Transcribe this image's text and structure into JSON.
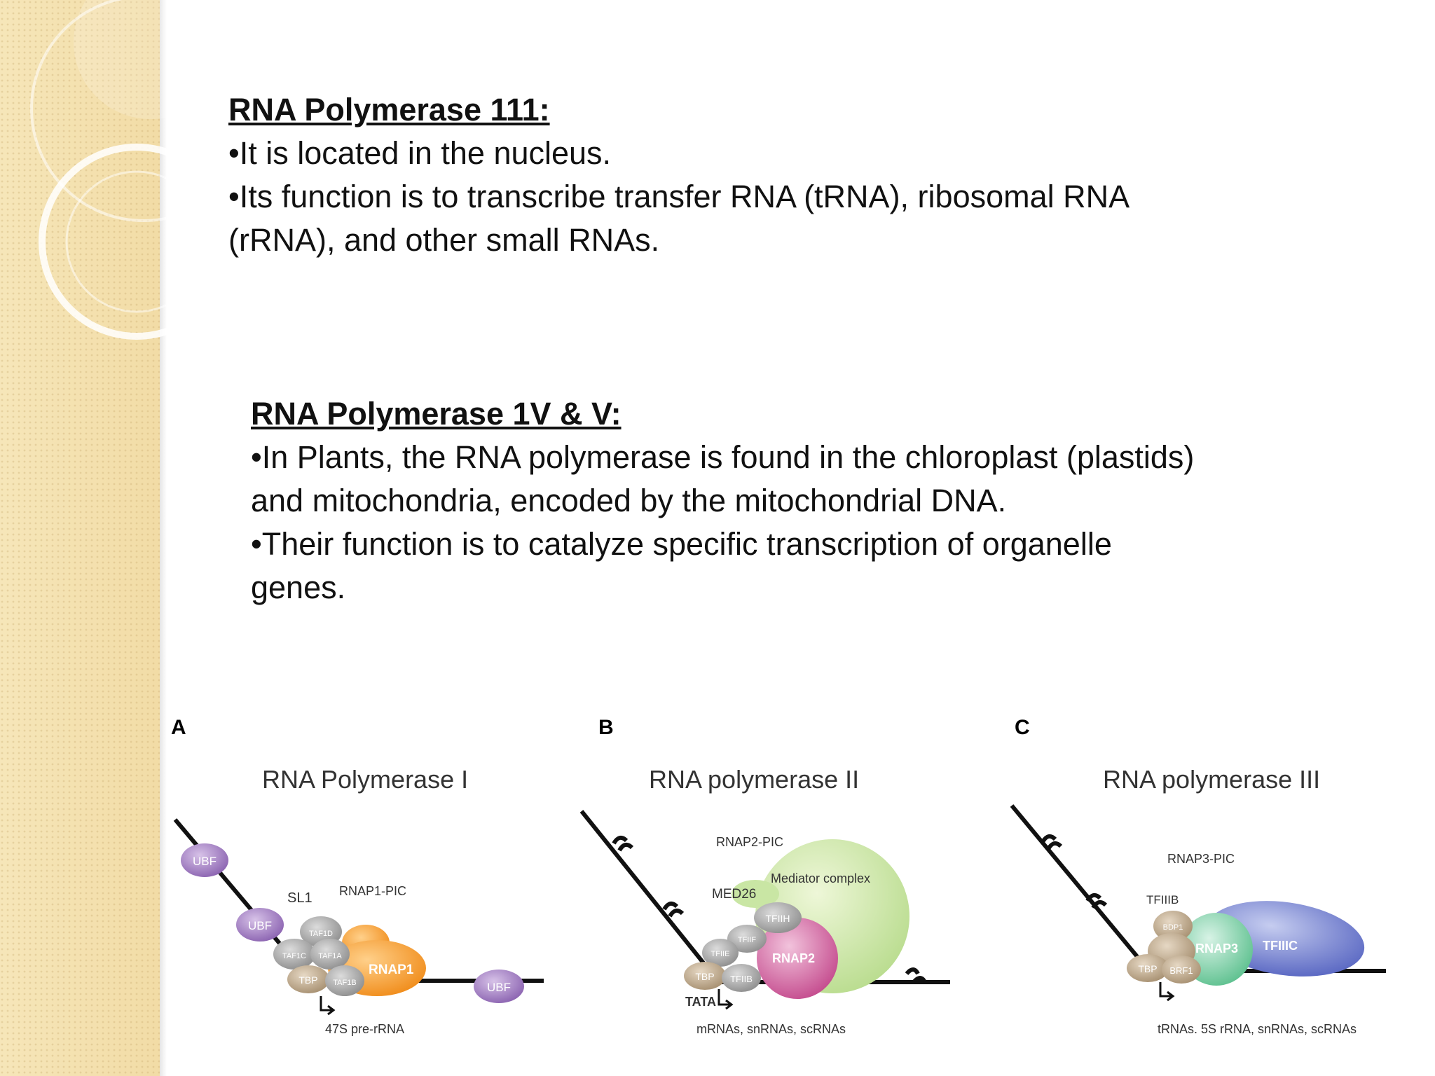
{
  "slide": {
    "section1": {
      "heading": "RNA Polymerase 111:",
      "lines": [
        "•It is located in the nucleus.",
        "•Its function is to transcribe transfer RNA (tRNA), ribosomal RNA",
        "(rRNA), and other small RNAs."
      ]
    },
    "section2": {
      "heading": "RNA Polymerase 1V & V:",
      "lines": [
        "•In Plants, the RNA polymerase is found in the chloroplast (plastids)",
        "and mitochondria, encoded by the mitochondrial DNA.",
        "•Their function is to catalyze specific transcription of organelle",
        "genes."
      ]
    }
  },
  "figure": {
    "panels": [
      {
        "letter": "A",
        "title": "RNA Polymerase I",
        "complex_label": "RNAP1-PIC",
        "sl1_label": "SL1",
        "factors": [
          "UBF",
          "UBF",
          "TAF1D",
          "TAF1C",
          "TAF1A",
          "TBP",
          "TAF1B",
          "RNAP1",
          "UBF"
        ],
        "products": "47S pre-rRNA"
      },
      {
        "letter": "B",
        "title": "RNA polymerase II",
        "complex_label": "RNAP2-PIC",
        "mediator_label": "Mediator complex",
        "med26_label": "MED26",
        "factors": [
          "TFIIH",
          "TFIIF",
          "TFIIE",
          "TBP",
          "TFIIB",
          "RNAP2"
        ],
        "tata_label": "TATA",
        "products": "mRNAs, snRNAs, scRNAs"
      },
      {
        "letter": "C",
        "title": "RNA polymerase III",
        "complex_label": "RNAP3-PIC",
        "tfiiib_label": "TFIIIB",
        "factors": [
          "BDP1",
          "RNAP3",
          "TFIIIC",
          "TBP",
          "BRF1"
        ],
        "products": "tRNAs. 5S rRNA, snRNAs, scRNAs"
      }
    ]
  }
}
